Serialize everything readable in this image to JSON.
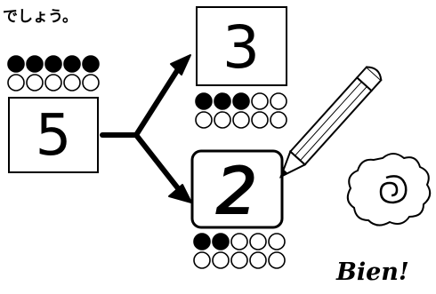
{
  "heading": "でしょう。",
  "whole": {
    "number": "5",
    "dots_filled": 5,
    "dots_empty": 5
  },
  "part_top": {
    "number": "3",
    "dots_filled": 3,
    "dots_empty": 7
  },
  "part_bottom": {
    "number": "2",
    "dots_filled": 2,
    "dots_empty": 8
  },
  "stamp": {
    "label": "Bien!"
  },
  "icons": [
    "pencil-icon",
    "flower-stamp-icon",
    "split-arrow-icon"
  ]
}
